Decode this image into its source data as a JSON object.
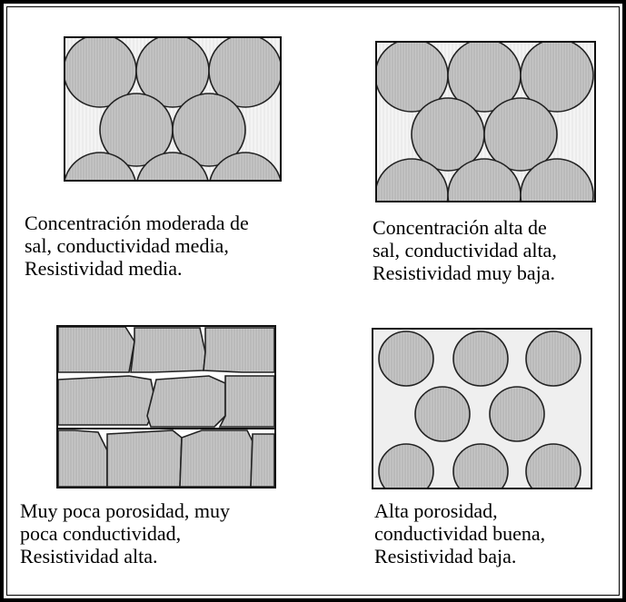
{
  "panels": [
    {
      "id": "moderate-salt",
      "lines": [
        "Concentración moderada de",
        "sal, conductividad media,",
        "Resistividad media."
      ]
    },
    {
      "id": "high-salt",
      "lines": [
        "Concentración alta de",
        "sal, conductividad alta,",
        "Resistividad muy baja."
      ]
    },
    {
      "id": "low-porosity",
      "lines": [
        "Muy poca porosidad, muy",
        "poca conductividad,",
        "Resistividad alta."
      ]
    },
    {
      "id": "high-porosity",
      "lines": [
        "Alta porosidad,",
        "conductividad buena,",
        "Resistividad baja."
      ]
    }
  ],
  "colors": {
    "grain": "#c4c4c4",
    "pore_light": "#eeeeee",
    "stroke": "#222222"
  }
}
